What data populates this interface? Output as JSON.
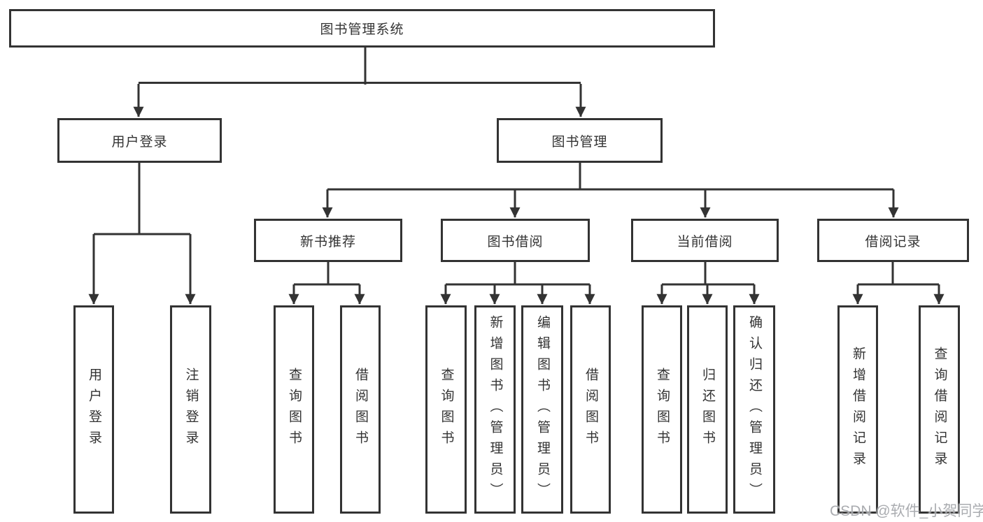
{
  "colors": {
    "line": "#333333",
    "box_border": "#333333",
    "box_background": "#ffffff",
    "text": "#333333",
    "watermark_text": "#9b9ea2",
    "page_background": "#ffffff"
  },
  "root": {
    "label": "图书管理系统"
  },
  "branches": [
    {
      "label": "用户登录",
      "children": [
        {
          "label": "用户登录"
        },
        {
          "label": "注销登录"
        }
      ]
    },
    {
      "label": "图书管理",
      "sections": [
        {
          "label": "新书推荐",
          "children": [
            {
              "label": "查询图书"
            },
            {
              "label": "借阅图书"
            }
          ]
        },
        {
          "label": "图书借阅",
          "children": [
            {
              "label": "查询图书"
            },
            {
              "label": "新增图书（管理员）"
            },
            {
              "label": "编辑图书（管理员）"
            },
            {
              "label": "借阅图书"
            }
          ]
        },
        {
          "label": "当前借阅",
          "children": [
            {
              "label": "查询图书"
            },
            {
              "label": "归还图书"
            },
            {
              "label": "确认归还（管理员）"
            }
          ]
        },
        {
          "label": "借阅记录",
          "children": [
            {
              "label": "新增借阅记录"
            },
            {
              "label": "查询借阅记录"
            }
          ]
        }
      ]
    }
  ],
  "watermark": {
    "text": "CSDN @软件_小贺同学"
  }
}
